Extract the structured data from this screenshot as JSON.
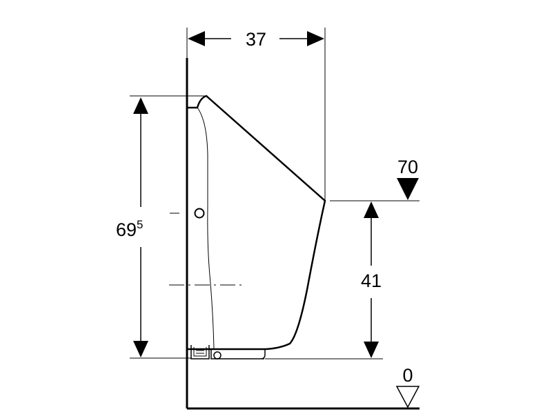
{
  "dimensions": {
    "width": "37",
    "height_main": "69",
    "height_sup": "5",
    "inlet_height": "41"
  },
  "levels": {
    "rim": "70",
    "floor": "0"
  },
  "colors": {
    "line": "#000000",
    "background": "#ffffff"
  }
}
